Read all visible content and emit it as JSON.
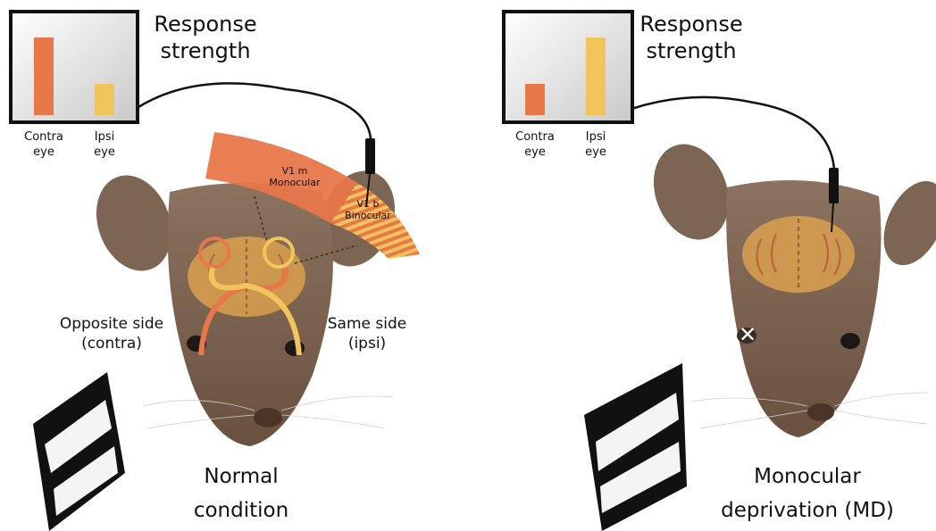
{
  "left_panel": {
    "monitor_title": "Response\nstrength",
    "bar_labels": [
      "Contra\neye",
      "Ipsi\neye"
    ],
    "bars": {
      "contra": 0.95,
      "ipsi": 0.38
    },
    "regions": {
      "monocular": "V1 m\nMonocular",
      "binocular": "V1 b\nBinocular"
    },
    "contra_side_label": "Opposite side\n(contra)",
    "ipsi_side_label": "Same side\n(ipsi)",
    "caption": "Normal\ncondition"
  },
  "right_panel": {
    "monitor_title": "Response\nstrength",
    "bar_labels": [
      "Contra\neye",
      "Ipsi\neye"
    ],
    "bars": {
      "contra": 0.38,
      "ipsi": 0.95
    },
    "closed_eye_mark": "✕",
    "caption": "Monocular\ndeprivation (MD)"
  },
  "colors": {
    "contra": "#e8774a",
    "ipsi": "#f2c55c",
    "brain": "#d9a04e",
    "fur": "#7a5e4c"
  }
}
